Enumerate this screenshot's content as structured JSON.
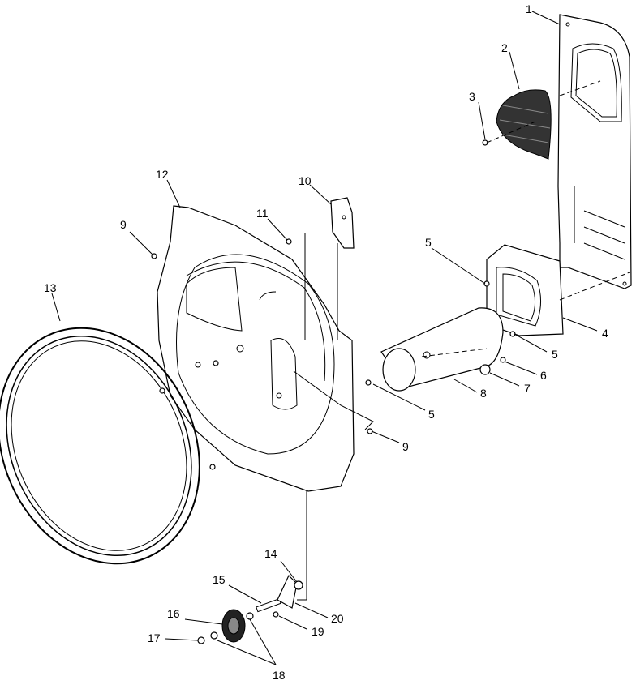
{
  "callouts": [
    {
      "id": "c1",
      "text": "1"
    },
    {
      "id": "c2",
      "text": "2"
    },
    {
      "id": "c3",
      "text": "3"
    },
    {
      "id": "c4",
      "text": "4"
    },
    {
      "id": "c5a",
      "text": "5"
    },
    {
      "id": "c5b",
      "text": "5"
    },
    {
      "id": "c5c",
      "text": "5"
    },
    {
      "id": "c6",
      "text": "6"
    },
    {
      "id": "c7",
      "text": "7"
    },
    {
      "id": "c8",
      "text": "8"
    },
    {
      "id": "c9a",
      "text": "9"
    },
    {
      "id": "c9b",
      "text": "9"
    },
    {
      "id": "c10",
      "text": "10"
    },
    {
      "id": "c11",
      "text": "11"
    },
    {
      "id": "c12",
      "text": "12"
    },
    {
      "id": "c13",
      "text": "13"
    },
    {
      "id": "c14",
      "text": "14"
    },
    {
      "id": "c15",
      "text": "15"
    },
    {
      "id": "c16",
      "text": "16"
    },
    {
      "id": "c17",
      "text": "17"
    },
    {
      "id": "c18",
      "text": "18"
    },
    {
      "id": "c19",
      "text": "19"
    },
    {
      "id": "c20",
      "text": "20"
    }
  ]
}
